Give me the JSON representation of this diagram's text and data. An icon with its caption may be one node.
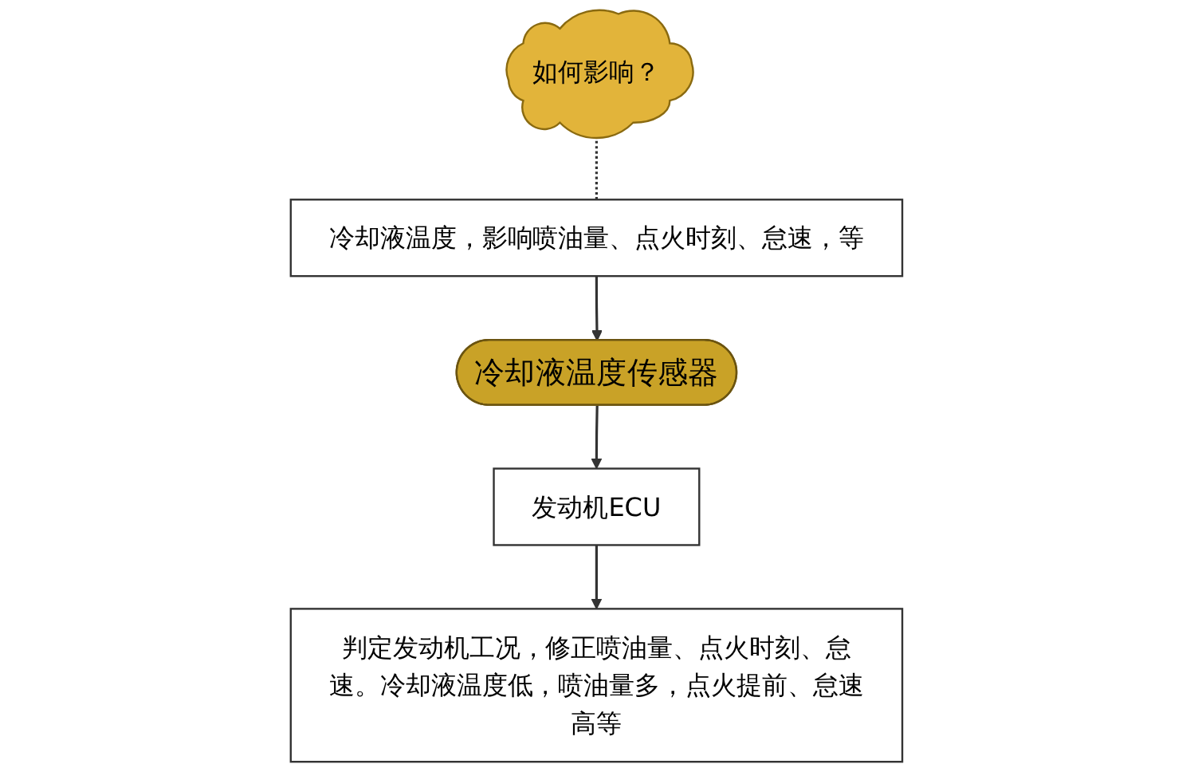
{
  "diagram": {
    "nodes": [
      {
        "text": [
          "冷却液温度，影响喷油量、点火时刻、怠速，等"
        ]
      },
      {
        "text": [
          "如何影响？"
        ]
      },
      {
        "text": [
          "冷却液温度传感器"
        ]
      },
      {
        "text": [
          "发动机ECU"
        ]
      },
      {
        "text": [
          "判定发动机工况，修正喷油量、点火时刻、怠速。冷却液温度低，喷油量多，点火提前、怠速高等"
        ]
      }
    ],
    "edges": [
      {
        "from": 1,
        "to": 0,
        "arrow": "none",
        "style": "dashed"
      },
      {
        "from": 0,
        "to": 2,
        "arrow": "to"
      },
      {
        "from": 2,
        "to": 3,
        "arrow": "to"
      },
      {
        "from": 3,
        "to": 4,
        "arrow": "to"
      }
    ]
  }
}
